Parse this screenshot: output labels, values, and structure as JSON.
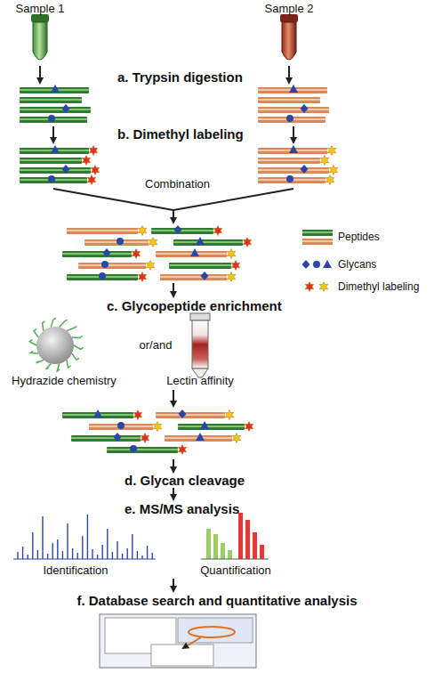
{
  "diagram": {
    "labels": [
      "Sample 1",
      "Sample 2",
      "a. Trypsin digestion",
      "b. Dimethyl labeling",
      "Combination",
      "c. Glycopeptide enrichment",
      "or/and",
      "Hydrazide chemistry",
      "Lectin affinity",
      "d. Glycan cleavage",
      "e. MS/MS analysis",
      "Identification",
      "Quantification",
      "f. Database search and quantitative analysis"
    ],
    "legend": [
      {
        "text": "Peptides"
      },
      {
        "text": "Glycans"
      },
      {
        "text": "Dimethyl labeling"
      }
    ]
  }
}
